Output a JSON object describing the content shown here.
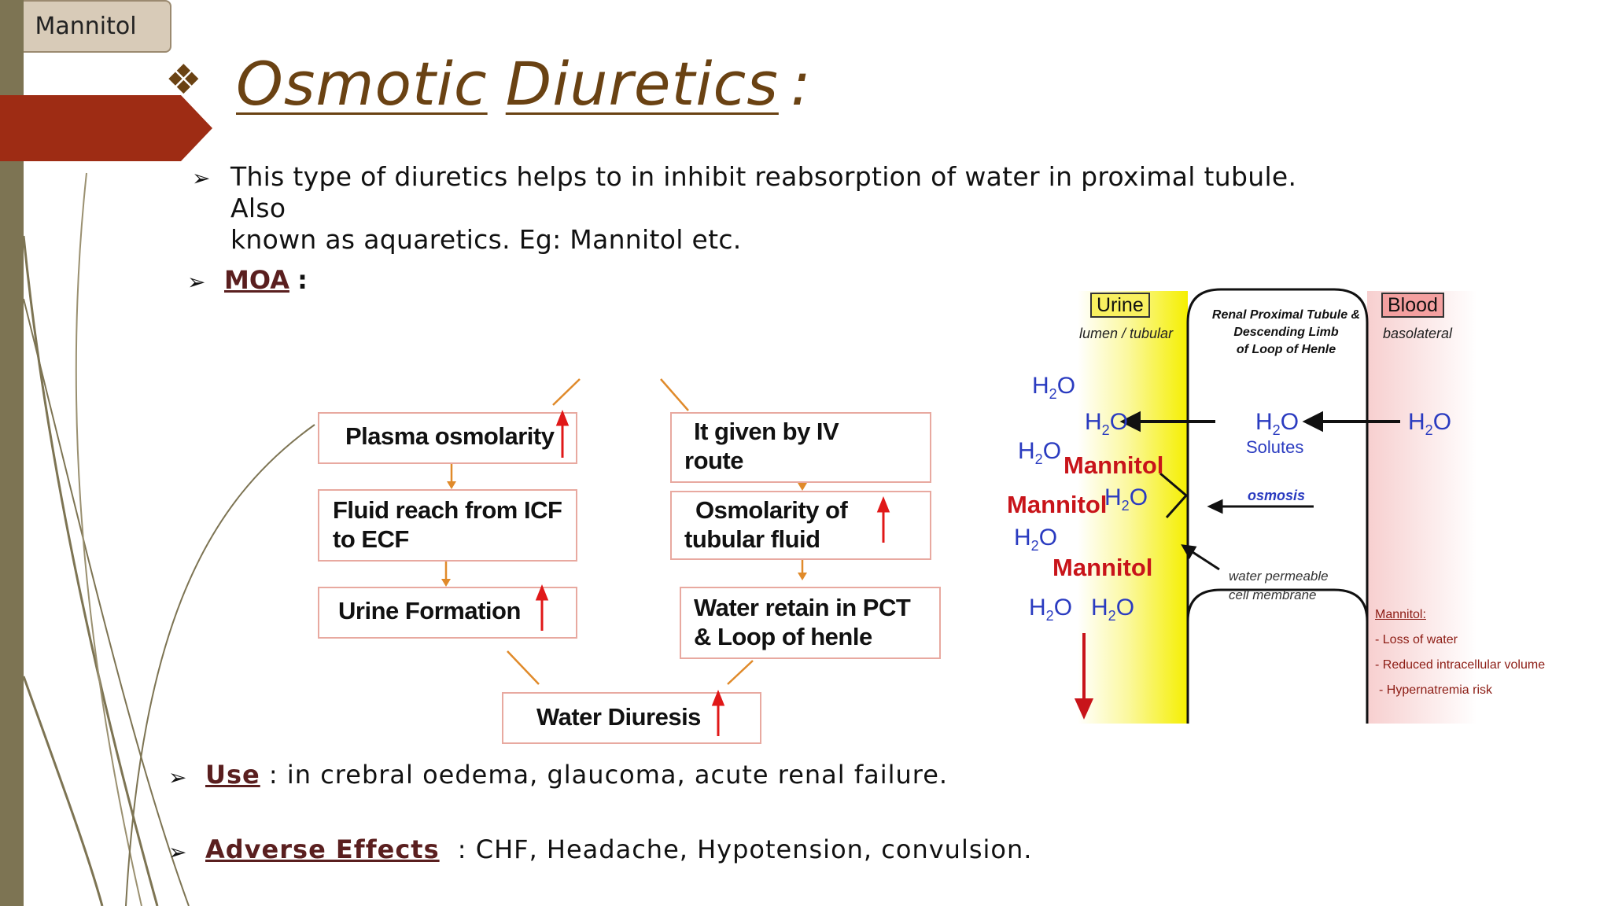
{
  "slide": {
    "bullet_glyph": "❖",
    "title_part1": "Osmotic",
    "title_part2": "Diuretics",
    "title_colon": ":",
    "intro_line1": "This type of diuretics helps to in inhibit reabsorption of water in proximal tubule. Also",
    "intro_line2": "known as aquaretics. Eg: Mannitol etc.",
    "moa_label": "MOA",
    "moa_colon": ":",
    "use_label": "Use",
    "use_text": ": in crebral oedema, glaucoma, acute renal failure.",
    "adverse_label": "Adverse Effects",
    "adverse_text": ": CHF, Headache, Hypotension, convulsion.",
    "arrow_glyph": "➢"
  },
  "flowchart": {
    "root": "Mannitol",
    "left": [
      {
        "line1": "Plasma osmolarity",
        "line2": "",
        "up_arrow": true
      },
      {
        "line1": "Fluid reach from ICF",
        "line2": "to ECF",
        "up_arrow": false
      },
      {
        "line1": "Urine Formation",
        "line2": "",
        "up_arrow": true
      }
    ],
    "right": [
      {
        "line1": "It given by IV",
        "line2": "route",
        "up_arrow": false
      },
      {
        "line1": "Osmolarity of",
        "line2": "tubular fluid",
        "up_arrow": true
      },
      {
        "line1": "Water retain in PCT",
        "line2": "& Loop of henle",
        "up_arrow": false
      }
    ],
    "bottom": {
      "label": "Water Diuresis",
      "up_arrow": true
    }
  },
  "kidney_diagram": {
    "urine_tag": "Urine",
    "urine_sub": "lumen / tubular",
    "blood_tag": "Blood",
    "blood_sub": "basolateral",
    "tubule_title_1": "Renal Proximal Tubule &",
    "tubule_title_2": "Descending Limb",
    "tubule_title_3": "of Loop of Henle",
    "h2o": "H",
    "h2o_sub": "2",
    "h2o_end": "O",
    "solutes": "Solutes",
    "osmosis": "osmosis",
    "mannitol": "Mannitol",
    "membrane_1": "water permeable",
    "membrane_2": "cell membrane",
    "side_title": "Mannitol:",
    "side_items": [
      "- Loss of water",
      "- Reduced intracellular volume",
      "- Hypernatremia risk"
    ],
    "colors": {
      "urine": "#f7f200",
      "blood": "#f9d6d6",
      "blue_text": "#2a3bc0",
      "red_text": "#c8141a"
    }
  }
}
